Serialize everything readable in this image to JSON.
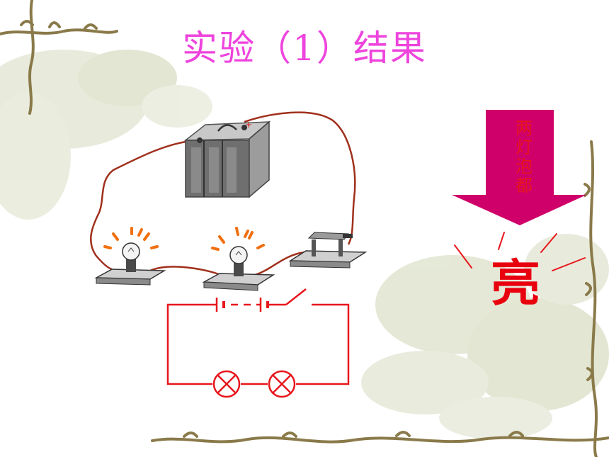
{
  "slide": {
    "title": "实验（1）结果",
    "arrow_text": "两灯泡都",
    "result_char": "亮"
  },
  "colors": {
    "title": "#ee44dd",
    "arrow": "#d0006a",
    "arrow_text": "#e8151a",
    "result": "#e8000f",
    "wire": "#a0301c",
    "schematic": "#e8161d",
    "glow": "#f07010",
    "vine": "#8a7a4a",
    "background_leaves": "#dfe3cf"
  },
  "icons": {
    "battery": "battery-pack-icon",
    "bulb": "light-bulb-icon",
    "switch": "knife-switch-icon",
    "lamp_symbol": "lamp-symbol-icon"
  }
}
